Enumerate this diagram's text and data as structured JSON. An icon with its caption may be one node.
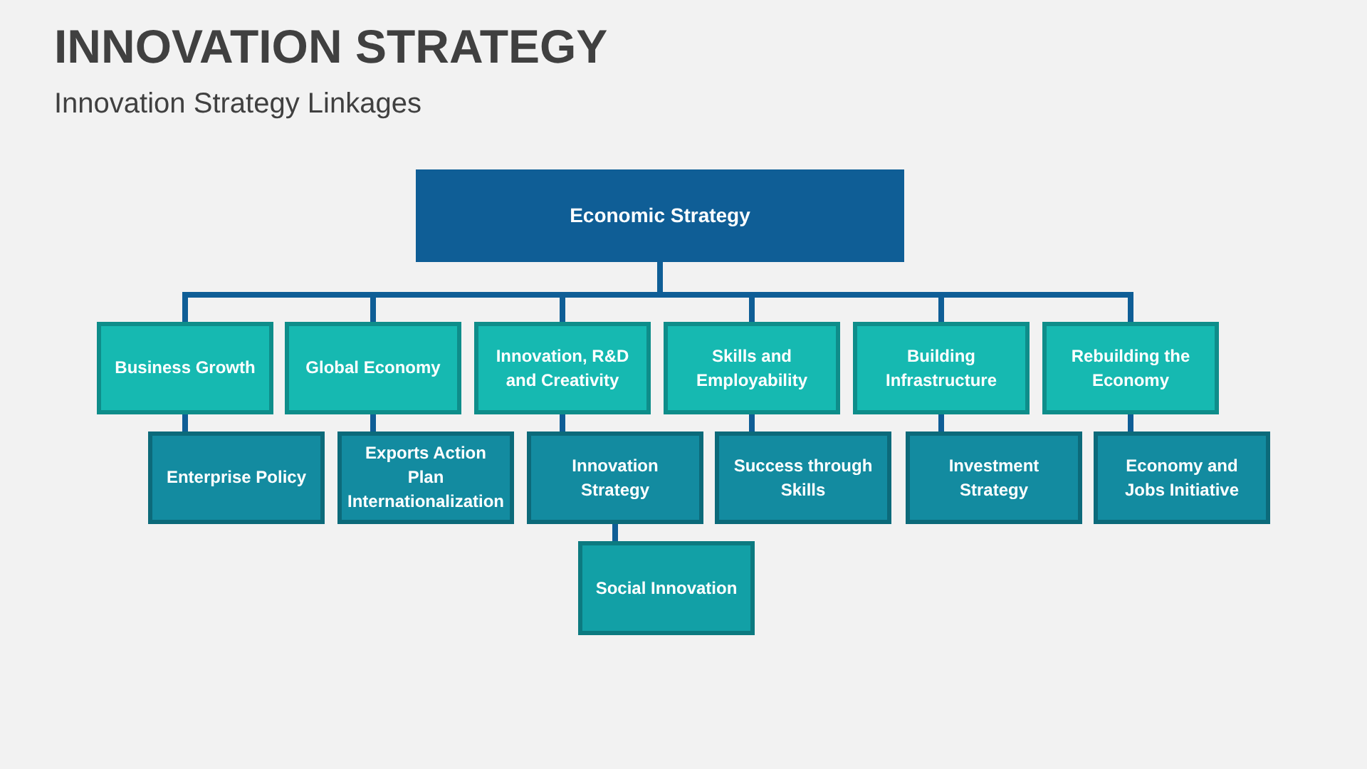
{
  "diagram": {
    "title": "INNOVATION STRATEGY",
    "caption": "Innovation Strategy Linkages",
    "nodes": [
      {
        "text": [
          "Economic Strategy"
        ]
      },
      {
        "text": [
          "Business Growth"
        ]
      },
      {
        "text": [
          "Global Economy"
        ]
      },
      {
        "text": [
          "Innovation, R&D and Creativity"
        ]
      },
      {
        "text": [
          "Skills and Employability"
        ]
      },
      {
        "text": [
          "Building Infrastructure"
        ]
      },
      {
        "text": [
          "Rebuilding the Economy"
        ]
      },
      {
        "text": [
          "Enterprise Policy"
        ]
      },
      {
        "text": [
          "Exports Action Plan Internationalization"
        ]
      },
      {
        "text": [
          "Innovation Strategy"
        ]
      },
      {
        "text": [
          "Success through Skills"
        ]
      },
      {
        "text": [
          "Investment Strategy"
        ]
      },
      {
        "text": [
          "Economy and Jobs Initiative"
        ]
      },
      {
        "text": [
          "Social Innovation"
        ]
      }
    ],
    "edges": [
      {
        "from": 0,
        "to": 1,
        "arrow": "none"
      },
      {
        "from": 0,
        "to": 2,
        "arrow": "none"
      },
      {
        "from": 0,
        "to": 3,
        "arrow": "none"
      },
      {
        "from": 0,
        "to": 4,
        "arrow": "none"
      },
      {
        "from": 0,
        "to": 5,
        "arrow": "none"
      },
      {
        "from": 0,
        "to": 6,
        "arrow": "none"
      },
      {
        "from": 1,
        "to": 7,
        "arrow": "none"
      },
      {
        "from": 2,
        "to": 8,
        "arrow": "none"
      },
      {
        "from": 3,
        "to": 9,
        "arrow": "none"
      },
      {
        "from": 4,
        "to": 10,
        "arrow": "none"
      },
      {
        "from": 5,
        "to": 11,
        "arrow": "none"
      },
      {
        "from": 6,
        "to": 12,
        "arrow": "none"
      },
      {
        "from": 9,
        "to": 13,
        "arrow": "none"
      }
    ]
  }
}
